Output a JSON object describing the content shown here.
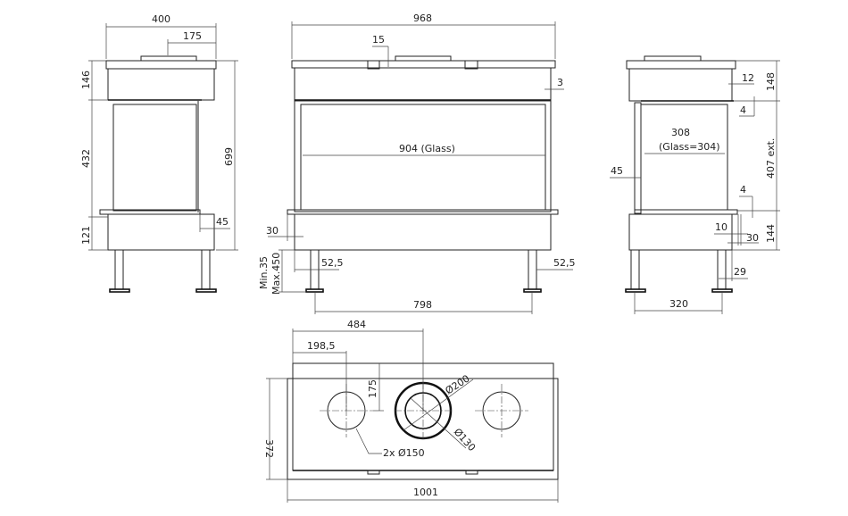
{
  "left_view": {
    "width": "400",
    "offset": "175",
    "top_height": "146",
    "glass_height": "432",
    "base_height": "121",
    "total_height": "699",
    "side": "45"
  },
  "front_view": {
    "width": "968",
    "cap": "15",
    "gap": "3",
    "glass_width": "904 (Glass)",
    "ledge": "30",
    "leg_left": "52,5",
    "leg_right": "52,5",
    "leg_height_min": "Min.35",
    "leg_height_max": "Max.450",
    "leg_spacing": "798"
  },
  "right_view": {
    "top": "148",
    "inset_top": "12",
    "four_top": "4",
    "glass_depth": "308",
    "glass_depth_note": "(Glass=304)",
    "height_ext": "407 ext.",
    "side": "45",
    "four_bottom": "4",
    "base": "144",
    "ten": "10",
    "thirty": "30",
    "leg_offset": "29",
    "leg_spacing": "320"
  },
  "plan_view": {
    "flue_pos": "484",
    "hole_pos": "198,5",
    "hole_depth": "175",
    "outer_diameter": "Ø200",
    "inner_diameter": "Ø130",
    "holes": "2x Ø150",
    "depth": "372",
    "width": "1001"
  }
}
